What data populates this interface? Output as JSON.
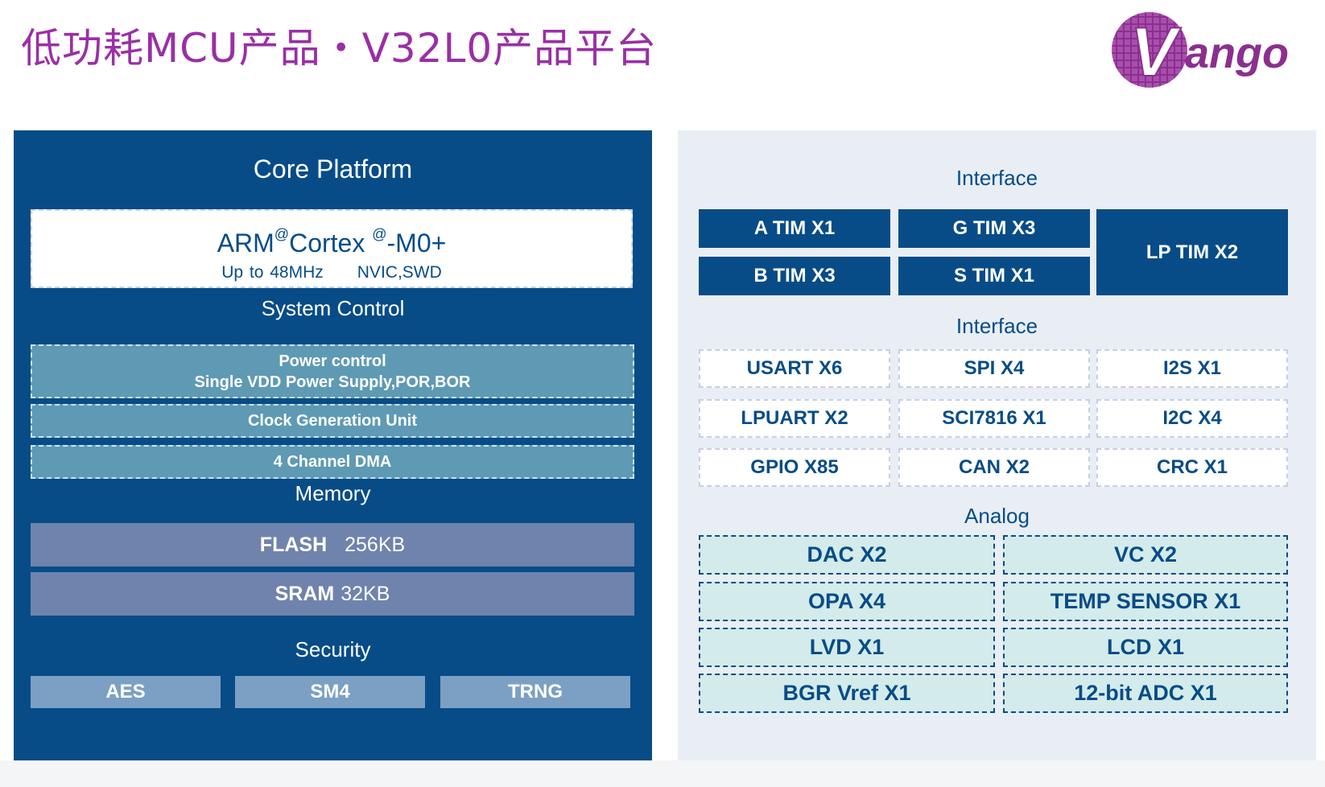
{
  "title": "低功耗MCU产品・V32L0产品平台",
  "logo": {
    "text": "ango",
    "mark": "V",
    "colors": {
      "primary": "#8b2f8f"
    }
  },
  "core_platform": {
    "title": "Core Platform",
    "cpu": {
      "name_prefix": "ARM",
      "reg1": "@",
      "name_mid": "Cortex",
      "reg2": "@",
      "name_suffix": "-M0+",
      "freq": "Up to 48MHz",
      "features": "NVIC,SWD"
    },
    "system_control": {
      "title": "System Control",
      "power": {
        "line1": "Power control",
        "line2": "Single VDD Power Supply,POR,BOR"
      },
      "clock": "Clock Generation Unit",
      "dma": "4 Channel DMA"
    },
    "memory": {
      "title": "Memory",
      "flash": {
        "label": "FLASH",
        "size": "256KB"
      },
      "sram": {
        "label": "SRAM",
        "size": "32KB"
      }
    },
    "security": {
      "title": "Security",
      "items": [
        "AES",
        "SM4",
        "TRNG"
      ]
    }
  },
  "peripherals": {
    "timers_title": "Interface",
    "timers": [
      "A TIM X1",
      "G TIM X3",
      "B TIM X3",
      "S TIM X1",
      "LP TIM X2"
    ],
    "interface_title": "Interface",
    "interfaces": [
      "USART X6",
      "SPI X4",
      "I2S X1",
      "LPUART X2",
      "SCI7816 X1",
      "I2C X4",
      "GPIO X85",
      "CAN X2",
      "CRC X1"
    ],
    "analog_title": "Analog",
    "analog": [
      "DAC X2",
      "VC X2",
      "OPA X4",
      "TEMP SENSOR X1",
      "LVD X1",
      "LCD X1",
      "BGR Vref X1",
      "12-bit ADC X1"
    ]
  },
  "colors": {
    "title": "#9a2fa6",
    "core_bg": "#074c87",
    "periph_bg": "#e8eef4",
    "analog_bg": "#d3ebea"
  }
}
